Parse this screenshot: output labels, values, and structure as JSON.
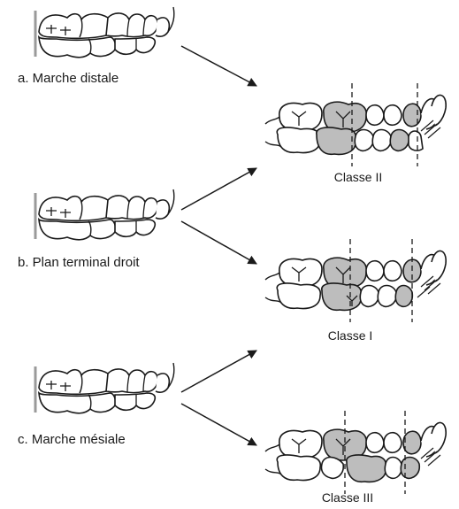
{
  "labels": {
    "a": "a. Marche distale",
    "b": "b. Plan terminal droit",
    "c": "c. Marche mésiale"
  },
  "classes": {
    "ii": "Classe II",
    "i": "Classe I",
    "iii": "Classe III"
  },
  "colors": {
    "stroke": "#1a1a1a",
    "shade": "#bdbdbd",
    "guide": "#9a9a9a"
  }
}
